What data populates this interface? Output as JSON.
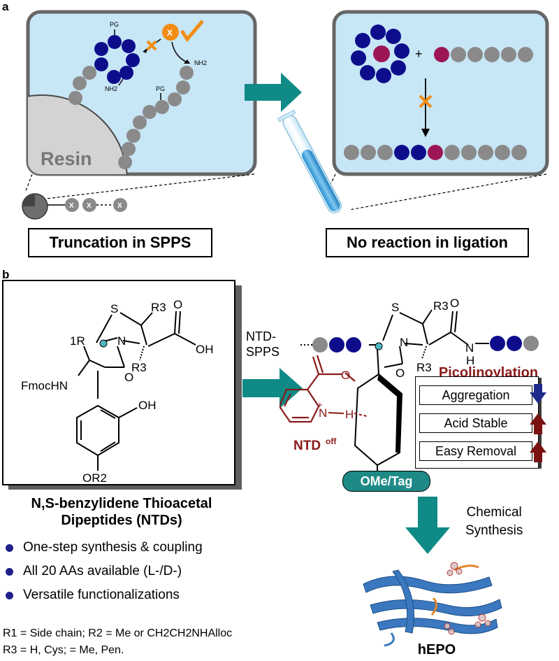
{
  "panel_a": {
    "letter": "a",
    "left_panel": {
      "pg_top": "PG",
      "x_label": "X",
      "nh2_inner": "NH2",
      "nh2_right": "NH2",
      "pg_right": "PG",
      "resin": "Resin",
      "chain_x": [
        "X",
        "X",
        "X"
      ],
      "caption": "Truncation in SPPS"
    },
    "right_panel": {
      "plus": "+",
      "caption": "No reaction in ligation"
    }
  },
  "panel_b": {
    "letter": "b",
    "ntd_structure": {
      "s": "S",
      "r3_top": "R3",
      "o": "O",
      "r1": "1R",
      "n": "N",
      "oh_acid": "OH",
      "r3_bottom": "R3",
      "fmochn": "FmocHN",
      "o_ketone": "O",
      "oh_phenol": "OH",
      "or2": "OR2"
    },
    "arrow_label_line1": "NTD-",
    "arrow_label_line2": "SPPS",
    "right_structure": {
      "s": "S",
      "r3_top": "R3",
      "o_amide": "O",
      "n": "N",
      "h_amide": "H",
      "r3_bottom": "R3",
      "o_ketone": "O",
      "o_ester": "O",
      "n_plus": "N",
      "h_bond": "H",
      "ntd_off": "NTD",
      "ntd_off_sup": "off",
      "ome_tag": "OMe/Tag"
    },
    "picolinoylation": {
      "title": "Picolinoylation",
      "items": [
        "Aggregation",
        "Acid Stable",
        "Easy Removal"
      ]
    },
    "title_line1": "N,S-benzylidene Thioacetal",
    "title_line2": "Dipeptides (NTDs)",
    "bullets": [
      "One-step synthesis & coupling",
      "All 20 AAs available (L-/D-)",
      "Versatile functionalizations"
    ],
    "footnote_line1": "R1 = Side chain; R2 = Me or CH2CH2NHAlloc",
    "footnote_line2": "R3 = H, Cys; = Me, Pen.",
    "chem_synthesis_line1": "Chemical",
    "chem_synthesis_line2": "Synthesis",
    "protein_label": "hEPO"
  },
  "colors": {
    "panel_bg": "#c7e6f6",
    "panel_border": "#666666",
    "navy": "#0d0d8c",
    "gray_bead": "#8a8a8a",
    "maroon": "#9c1656",
    "teal": "#0f8a86",
    "orange": "#f28c13",
    "dark_red": "#8b1a1a"
  }
}
